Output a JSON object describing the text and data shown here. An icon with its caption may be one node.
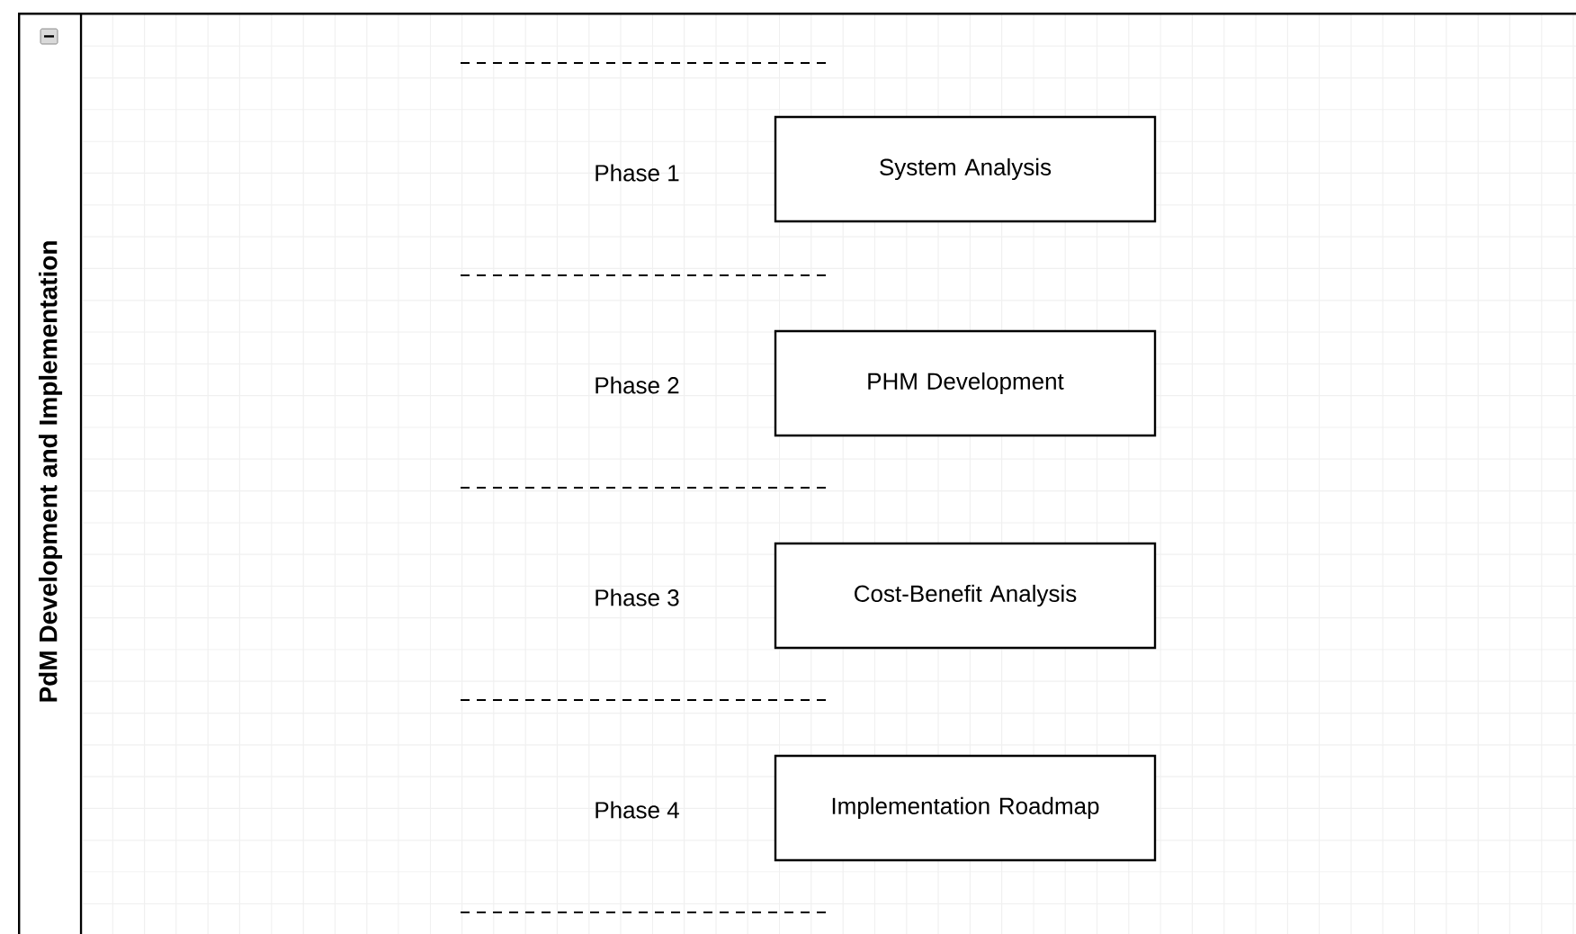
{
  "diagram": {
    "nodes": [
      {
        "text": [
          "PdM Development and Implementation"
        ]
      },
      {
        "text": [
          "System Analysis"
        ],
        "in": 0
      },
      {
        "text": [
          "PHM Development"
        ],
        "in": 0
      },
      {
        "text": [
          "Cost-Benefit Analysis"
        ],
        "in": 0
      },
      {
        "text": [
          "Implementation Roadmap"
        ],
        "in": 0
      }
    ],
    "edges": [],
    "labels": [
      "Phase 1",
      "Phase 2",
      "Phase 3",
      "Phase 4"
    ]
  }
}
